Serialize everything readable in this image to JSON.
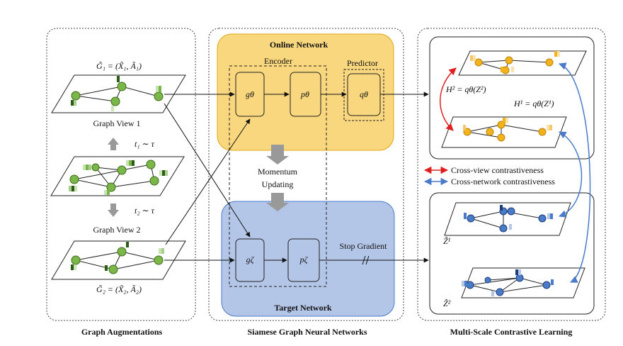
{
  "panels": {
    "left_caption": "Graph Augmentations",
    "middle_caption": "Siamese Graph Neural Networks",
    "right_caption": "Multi-Scale Contrastive Learning"
  },
  "left": {
    "view1_formula": "G̃₁ = (X̃₁, Ã₁)",
    "view1_label": "Graph View 1",
    "t1_label": "t₁ ∼ τ",
    "t2_label": "t₂ ∼ τ",
    "view2_label": "Graph View 2",
    "view2_formula": "G̃₂ = (X̃₂, Ã₂)"
  },
  "middle": {
    "online_title": "Online Network",
    "encoder_label": "Encoder",
    "predictor_label": "Predictor",
    "g_theta": "gθ",
    "p_theta": "pθ",
    "q_theta": "qθ",
    "momentum_line1": "Momentum",
    "momentum_line2": "Updating",
    "g_zeta": "gζ",
    "p_zeta": "pζ",
    "stop_gradient": "Stop Gradient",
    "target_title": "Target Network"
  },
  "right": {
    "h2_formula": "H² = qθ(Z²)",
    "h1_formula": "H¹ = qθ(Z¹)",
    "legend_cross_view": "Cross-view contrastiveness",
    "legend_cross_network": "Cross-network contrastiveness",
    "z1_label": "Ẑ¹",
    "z2_label": "Ẑ²"
  },
  "colors": {
    "online_fill": "#f9d77e",
    "target_fill": "#b4c6e7",
    "graph_green": "#7ab648",
    "node_orange": "#f3b21c",
    "node_blue": "#4a7bc8",
    "cross_view_red": "#e02020",
    "cross_network_blue": "#4a7bc8"
  }
}
